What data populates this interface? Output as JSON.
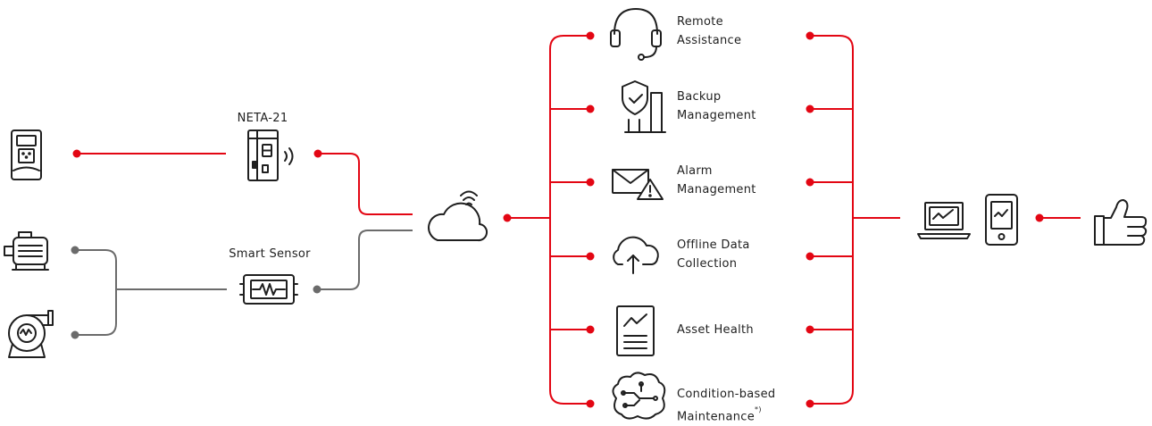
{
  "colors": {
    "accent": "#e30613",
    "secondary": "#6b6b6b",
    "ink": "#1f1f1f"
  },
  "gateway_label": "NETA-21",
  "sensor_label": "Smart Sensor",
  "devices": {
    "drive_icon": "drive-panel-icon",
    "motor_icon": "motor-icon",
    "pump_icon": "pump-icon",
    "gateway_icon": "neta-gateway-icon",
    "sensor_icon": "smart-sensor-icon",
    "cloud_icon": "cloud-wifi-icon",
    "laptop_icon": "laptop-chart-icon",
    "phone_icon": "phone-chart-icon",
    "result_icon": "thumbs-up-icon"
  },
  "services": [
    {
      "line1": "Remote",
      "line2": "Assistance",
      "icon": "headset-icon"
    },
    {
      "line1": "Backup",
      "line2": "Management",
      "icon": "shield-backup-icon"
    },
    {
      "line1": "Alarm",
      "line2": "Management",
      "icon": "mail-alert-icon"
    },
    {
      "line1": "Offline Data",
      "line2": "Collection",
      "icon": "cloud-upload-icon"
    },
    {
      "line1": "Asset Health",
      "line2": "",
      "icon": "document-chart-icon"
    },
    {
      "line1": "Condition-based",
      "line2": "Maintenance",
      "note": "*)",
      "icon": "brain-circuit-icon"
    }
  ]
}
